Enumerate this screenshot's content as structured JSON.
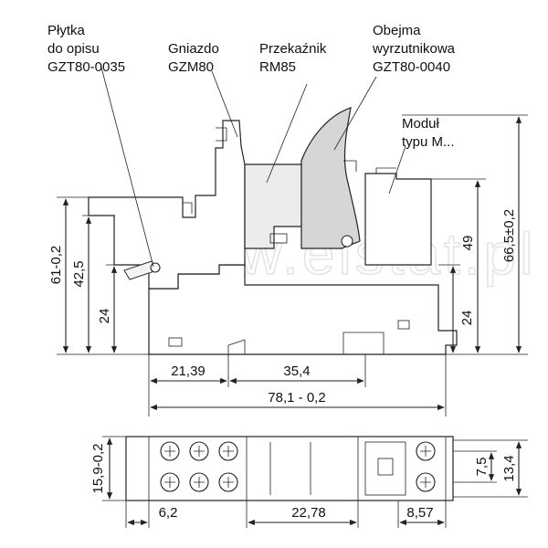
{
  "watermark": "www.elstat.pl",
  "callouts": {
    "plate": {
      "line1": "Płytka",
      "line2": "do opisu",
      "line3": "GZT80-0035"
    },
    "socket": {
      "line1": "Gniazdo",
      "line2": "GZM80"
    },
    "relay": {
      "line1": "Przekaźnik",
      "line2": "RM85"
    },
    "ejector": {
      "line1": "Obejma",
      "line2": "wyrzutnikowa",
      "line3": "GZT80-0040"
    },
    "module": {
      "line1": "Moduł",
      "line2": "typu M..."
    }
  },
  "dimensions": {
    "h_61": "61-0,2",
    "h_42_5": "42,5",
    "h_24_left": "24",
    "h_49": "49",
    "h_24_right": "24",
    "h_66_5": "66,5±0,2",
    "w_21_39": "21,39",
    "w_35_4": "35,4",
    "w_78_1": "78,1 - 0,2",
    "bottom_15_9": "15,9-0,2",
    "bottom_6_2": "6,2",
    "bottom_22_78": "22,78",
    "bottom_8_57": "8,57",
    "bottom_7_5": "7,5",
    "bottom_13_4": "13,4"
  }
}
